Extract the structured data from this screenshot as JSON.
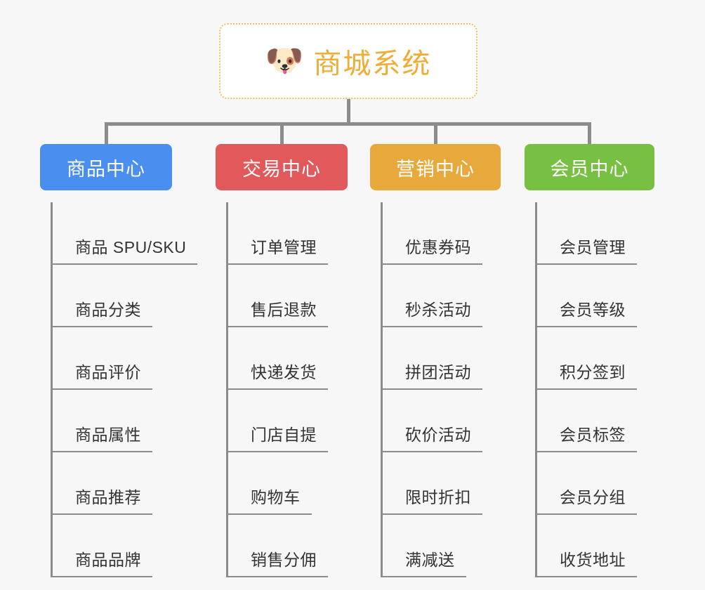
{
  "diagram": {
    "type": "mindmap-tree",
    "background_color": "#f7f7f7",
    "connector_color": "#8c8c8c",
    "root": {
      "icon": "dog-face-icon",
      "icon_glyph": "🐶",
      "title": "商城系统",
      "title_color": "#f0ad35",
      "border_color": "#f0c060",
      "background_color": "#ffffff"
    },
    "categories": [
      {
        "label": "商品中心",
        "color": "#4a8ef0",
        "items": [
          {
            "label": "商品 SPU/SKU"
          },
          {
            "label": "商品分类"
          },
          {
            "label": "商品评价"
          },
          {
            "label": "商品属性"
          },
          {
            "label": "商品推荐"
          },
          {
            "label": "商品品牌"
          }
        ]
      },
      {
        "label": "交易中心",
        "color": "#e2595b",
        "items": [
          {
            "label": "订单管理"
          },
          {
            "label": "售后退款"
          },
          {
            "label": "快递发货"
          },
          {
            "label": "门店自提"
          },
          {
            "label": "购物车"
          },
          {
            "label": "销售分佣"
          }
        ]
      },
      {
        "label": "营销中心",
        "color": "#e8a93c",
        "items": [
          {
            "label": "优惠券码"
          },
          {
            "label": "秒杀活动"
          },
          {
            "label": "拼团活动"
          },
          {
            "label": "砍价活动"
          },
          {
            "label": "限时折扣"
          },
          {
            "label": "满减送"
          }
        ]
      },
      {
        "label": "会员中心",
        "color": "#78c043",
        "items": [
          {
            "label": "会员管理"
          },
          {
            "label": "会员等级"
          },
          {
            "label": "积分签到"
          },
          {
            "label": "会员标签"
          },
          {
            "label": "会员分组"
          },
          {
            "label": "收货地址"
          }
        ]
      }
    ]
  }
}
